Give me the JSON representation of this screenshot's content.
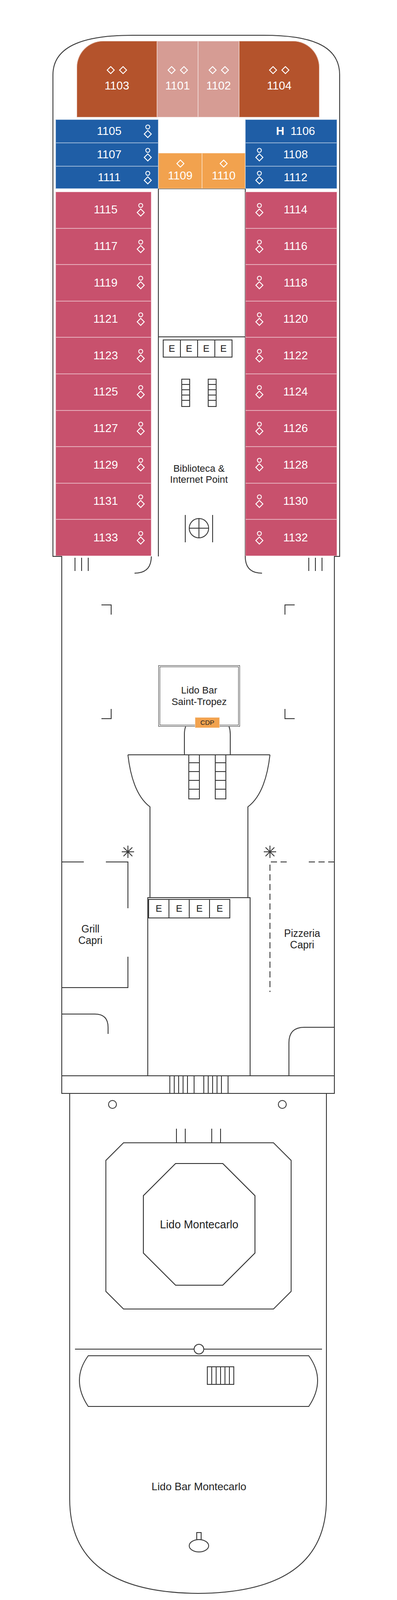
{
  "diagram": {
    "nodes": [
      {
        "text": [
          "1103"
        ]
      },
      {
        "text": [
          "1101"
        ]
      },
      {
        "text": [
          "1102"
        ]
      },
      {
        "text": [
          "1104"
        ]
      },
      {
        "text": [
          "1105"
        ]
      },
      {
        "text": [
          "H",
          "1106"
        ]
      },
      {
        "text": [
          "1107"
        ]
      },
      {
        "text": [
          "1108"
        ]
      },
      {
        "text": [
          "1111"
        ]
      },
      {
        "text": [
          "1109"
        ]
      },
      {
        "text": [
          "1110"
        ]
      },
      {
        "text": [
          "1112"
        ]
      },
      {
        "text": [
          "1115"
        ]
      },
      {
        "text": [
          "1114"
        ]
      },
      {
        "text": [
          "1117"
        ]
      },
      {
        "text": [
          "1116"
        ]
      },
      {
        "text": [
          "1119"
        ]
      },
      {
        "text": [
          "1118"
        ]
      },
      {
        "text": [
          "1121"
        ]
      },
      {
        "text": [
          "1120"
        ]
      },
      {
        "text": [
          "1123"
        ]
      },
      {
        "text": [
          "1122"
        ]
      },
      {
        "text": [
          "1125"
        ]
      },
      {
        "text": [
          "1124"
        ]
      },
      {
        "text": [
          "1127"
        ]
      },
      {
        "text": [
          "1126"
        ]
      },
      {
        "text": [
          "1129"
        ]
      },
      {
        "text": [
          "1128"
        ]
      },
      {
        "text": [
          "1131"
        ]
      },
      {
        "text": [
          "1130"
        ]
      },
      {
        "text": [
          "1133"
        ]
      },
      {
        "text": [
          "1132"
        ]
      },
      {
        "text": [
          "Lido Bar Saint-Tropez"
        ]
      },
      {
        "text": [
          "CDP"
        ]
      },
      {
        "text": [
          "Lido Montecarlo"
        ]
      }
    ],
    "labels": [
      "E",
      "E",
      "E",
      "E",
      "Biblioteca & Internet Point",
      "E",
      "E",
      "E",
      "E",
      "Grill Capri",
      "Pizzeria Capri",
      "Lido Bar Montecarlo"
    ]
  }
}
